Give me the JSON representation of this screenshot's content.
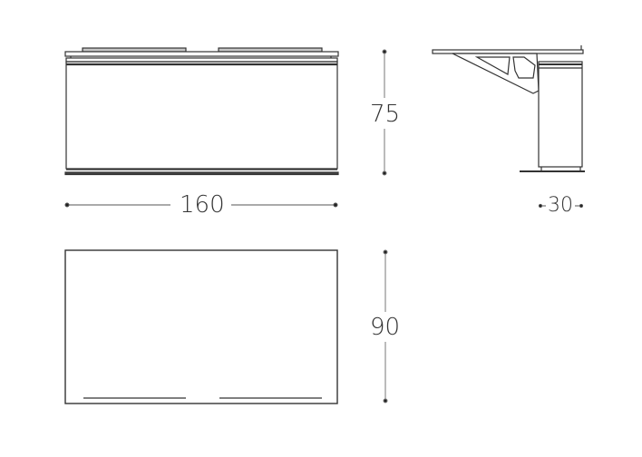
{
  "diagram": {
    "type": "technical furniture drawing (desk)",
    "units": "cm",
    "views": {
      "front": {
        "label": "front elevation",
        "width_label": "160",
        "height_label": "75"
      },
      "side": {
        "label": "side elevation",
        "depth_label": "30"
      },
      "top": {
        "label": "plan view",
        "depth_label": "90"
      }
    },
    "dimensions": {
      "width": "160",
      "height": "75",
      "side_depth": "30",
      "plan_depth": "90"
    },
    "colors": {
      "line": "#333333",
      "dim_line": "#555555",
      "fill_grey": "#bdbdbd",
      "background": "#ffffff"
    }
  }
}
